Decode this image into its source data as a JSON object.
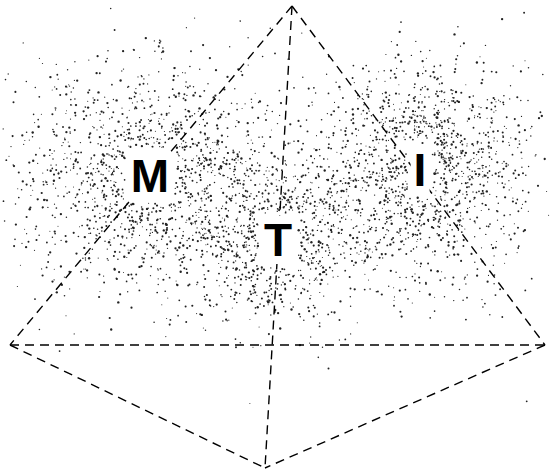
{
  "diagram": {
    "labels": [
      "M",
      "T",
      "I"
    ]
  }
}
